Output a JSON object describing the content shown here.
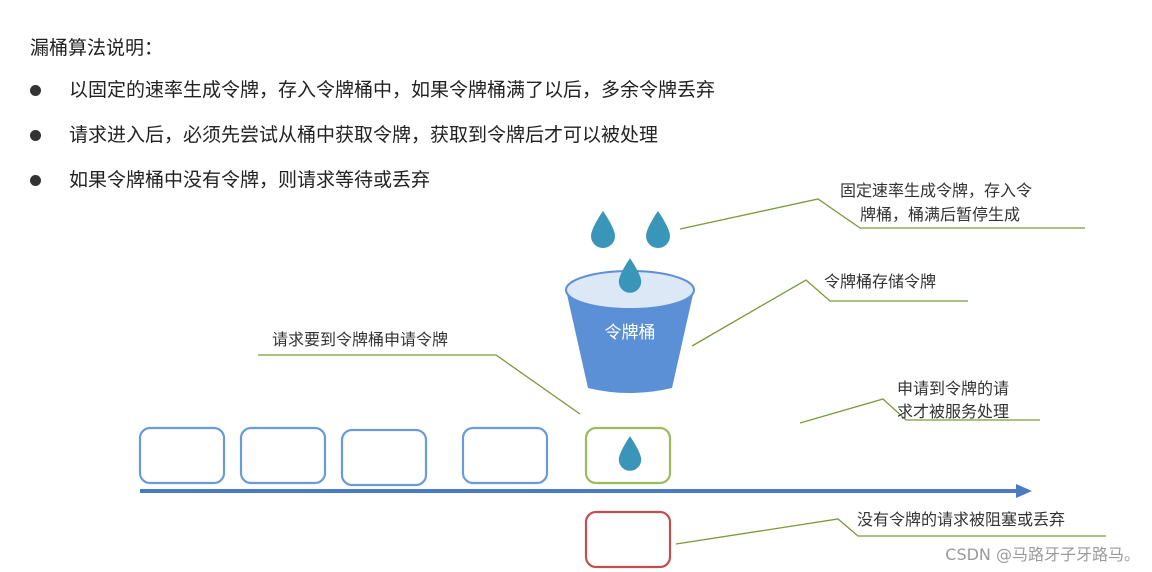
{
  "heading": "漏桶算法说明：",
  "bullets": [
    "以固定的速率生成令牌，存入令牌桶中，如果令牌桶满了以后，多余令牌丢弃",
    "请求进入后，必须先尝试从桶中获取令牌，获取到令牌后才可以被处理",
    "如果令牌桶中没有令牌，则请求等待或丢弃"
  ],
  "bucket": {
    "label": "令牌桶"
  },
  "annotations": {
    "generate_line1": "固定速率生成令牌，存入令",
    "generate_line2": "牌桶，桶满后暂停生成",
    "storage": "令牌桶存储令牌",
    "request_apply": "请求要到令牌桶申请令牌",
    "processed_line1": "申请到令牌的请",
    "processed_line2": "求才被服务处理",
    "blocked": "没有令牌的请求被阻塞或丢弃"
  },
  "watermark": "CSDN @马路牙子牙路马。",
  "colors": {
    "bucket": "#5b8fd6",
    "token_drop": "#3a96b8",
    "request_box": "#6a9bd8",
    "processed_box": "#9cbb5e",
    "blocked_box": "#c0504d",
    "timeline_arrow": "#4a7ac4",
    "leader_line": "#7a9a3a"
  }
}
